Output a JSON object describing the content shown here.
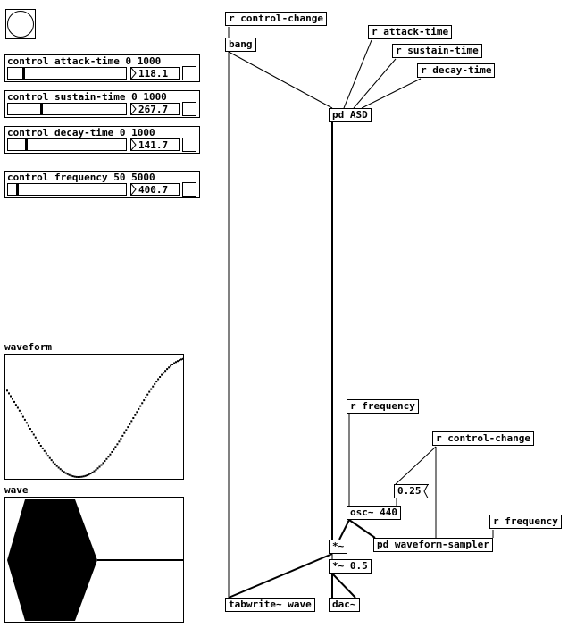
{
  "gui": {
    "bang": "bang",
    "controls": [
      {
        "title": "control attack-time 0 1000",
        "value": "118.1",
        "fraction": 0.118
      },
      {
        "title": "control sustain-time 0 1000",
        "value": "267.7",
        "fraction": 0.268
      },
      {
        "title": "control decay-time 0 1000",
        "value": "141.7",
        "fraction": 0.142
      },
      {
        "title": "control frequency 50 5000",
        "value": "400.7",
        "fraction": 0.071
      }
    ]
  },
  "arrays": {
    "waveform": {
      "label": "waveform"
    },
    "wave": {
      "label": "wave"
    }
  },
  "objects": {
    "r_control_change_1": "r control-change",
    "bang": "bang",
    "r_attack_time": "r attack-time",
    "r_sustain_time": "r sustain-time",
    "r_decay_time": "r decay-time",
    "pd_asd": "pd ASD",
    "r_frequency_1": "r frequency",
    "r_control_change_2": "r control-change",
    "msg_025": "0.25",
    "osc": "osc~ 440",
    "r_frequency_2": "r frequency",
    "mul": "*~",
    "pd_waveform_sampler": "pd waveform-sampler",
    "mul_05": "*~ 0.5",
    "tabwrite": "tabwrite~ wave",
    "dac": "dac~"
  }
}
